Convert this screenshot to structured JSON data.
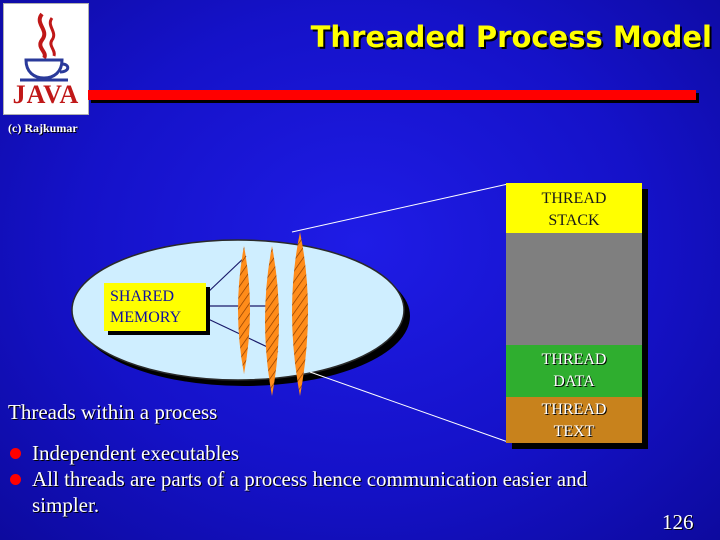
{
  "slide": {
    "title": "Threaded Process Model",
    "copyright": "(c) Rajkumar",
    "logo_text": "JAVA",
    "page_number": "126"
  },
  "diagram": {
    "shared_memory_label": "SHARED\nMEMORY",
    "caption": "Threads within a process",
    "segments": [
      {
        "label": "THREAD\nSTACK",
        "color": "#ffff00"
      },
      {
        "label": "",
        "color": "#7f7f7f"
      },
      {
        "label": "THREAD\nDATA",
        "color": "#2fae2f"
      },
      {
        "label": "THREAD\nTEXT",
        "color": "#c8821c"
      }
    ],
    "ellipse_color": "#cfeeff",
    "thread_color": "#ff8c1a"
  },
  "bullets": [
    "Independent executables",
    "All threads are parts of a process hence communication easier and simpler."
  ],
  "colors": {
    "background": "#1512c9",
    "title": "#ffff00",
    "accent_bar": "#ff0000",
    "bullet": "#ff0000"
  }
}
